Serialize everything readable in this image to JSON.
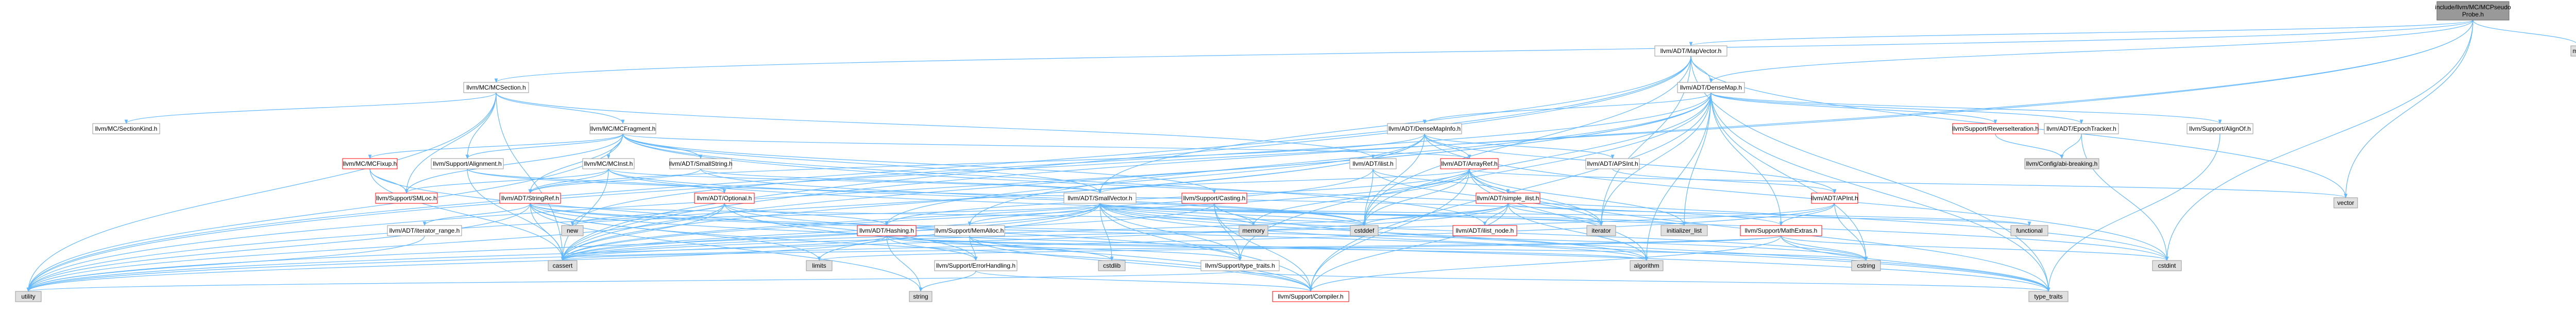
{
  "graph": {
    "colors": {
      "root_fill": "#999999",
      "system_fill": "#e0e0e0",
      "edge": "#63b8ff",
      "truncated_border": "#ff0000"
    },
    "nodes": [
      {
        "id": "root",
        "label": [
          "include/llvm/MC/MCPseudo",
          "Probe.h"
        ],
        "kind": "root"
      },
      {
        "id": "map",
        "label": [
          "map"
        ],
        "kind": "sys"
      },
      {
        "id": "vector",
        "label": [
          "vector"
        ],
        "kind": "sys"
      },
      {
        "id": "MapVector",
        "label": [
          "llvm/ADT/MapVector.h"
        ],
        "kind": "local"
      },
      {
        "id": "MCSection",
        "label": [
          "llvm/MC/MCSection.h"
        ],
        "kind": "local"
      },
      {
        "id": "DenseMap",
        "label": [
          "llvm/ADT/DenseMap.h"
        ],
        "kind": "local"
      },
      {
        "id": "SectionKind",
        "label": [
          "llvm/MC/SectionKind.h"
        ],
        "kind": "local"
      },
      {
        "id": "MCFragment",
        "label": [
          "llvm/MC/MCFragment.h"
        ],
        "kind": "local"
      },
      {
        "id": "DenseMapInfo",
        "label": [
          "llvm/ADT/DenseMapInfo.h"
        ],
        "kind": "local"
      },
      {
        "id": "ReverseIteration",
        "label": [
          "llvm/Support/ReverseIteration.h"
        ],
        "kind": "trunc"
      },
      {
        "id": "EpochTracker",
        "label": [
          "llvm/ADT/EpochTracker.h"
        ],
        "kind": "local"
      },
      {
        "id": "AlignOf",
        "label": [
          "llvm/Support/AlignOf.h"
        ],
        "kind": "local"
      },
      {
        "id": "ABIBreaking",
        "label": [
          "llvm/Config/abi-breaking.h"
        ],
        "kind": "sys"
      },
      {
        "id": "MCFixup",
        "label": [
          "llvm/MC/MCFixup.h"
        ],
        "kind": "trunc"
      },
      {
        "id": "Alignment",
        "label": [
          "llvm/Support/Alignment.h"
        ],
        "kind": "local"
      },
      {
        "id": "MCInst",
        "label": [
          "llvm/MC/MCInst.h"
        ],
        "kind": "local"
      },
      {
        "id": "SmallString",
        "label": [
          "llvm/ADT/SmallString.h"
        ],
        "kind": "local"
      },
      {
        "id": "ilist",
        "label": [
          "llvm/ADT/ilist.h"
        ],
        "kind": "local"
      },
      {
        "id": "ArrayRef",
        "label": [
          "llvm/ADT/ArrayRef.h"
        ],
        "kind": "trunc"
      },
      {
        "id": "APSInt",
        "label": [
          "llvm/ADT/APSInt.h"
        ],
        "kind": "local"
      },
      {
        "id": "SMLoc",
        "label": [
          "llvm/Support/SMLoc.h"
        ],
        "kind": "trunc"
      },
      {
        "id": "StringRef",
        "label": [
          "llvm/ADT/StringRef.h"
        ],
        "kind": "trunc"
      },
      {
        "id": "Optional",
        "label": [
          "llvm/ADT/Optional.h"
        ],
        "kind": "trunc"
      },
      {
        "id": "SmallVector",
        "label": [
          "llvm/ADT/SmallVector.h"
        ],
        "kind": "local"
      },
      {
        "id": "Casting",
        "label": [
          "llvm/Support/Casting.h"
        ],
        "kind": "trunc"
      },
      {
        "id": "simple_ilist",
        "label": [
          "llvm/ADT/simple_ilist.h"
        ],
        "kind": "trunc"
      },
      {
        "id": "APInt",
        "label": [
          "llvm/ADT/APInt.h"
        ],
        "kind": "trunc"
      },
      {
        "id": "iterator_range",
        "label": [
          "llvm/ADT/iterator_range.h"
        ],
        "kind": "local"
      },
      {
        "id": "new",
        "label": [
          "new"
        ],
        "kind": "sys"
      },
      {
        "id": "Hashing",
        "label": [
          "llvm/ADT/Hashing.h"
        ],
        "kind": "trunc"
      },
      {
        "id": "MemAlloc",
        "label": [
          "llvm/Support/MemAlloc.h"
        ],
        "kind": "local"
      },
      {
        "id": "memory",
        "label": [
          "memory"
        ],
        "kind": "sys"
      },
      {
        "id": "cstddef",
        "label": [
          "cstddef"
        ],
        "kind": "sys"
      },
      {
        "id": "ilist_node",
        "label": [
          "llvm/ADT/ilist_node.h"
        ],
        "kind": "trunc"
      },
      {
        "id": "iterator",
        "label": [
          "iterator"
        ],
        "kind": "sys"
      },
      {
        "id": "initializer_list",
        "label": [
          "initializer_list"
        ],
        "kind": "sys"
      },
      {
        "id": "MathExtras",
        "label": [
          "llvm/Support/MathExtras.h"
        ],
        "kind": "trunc"
      },
      {
        "id": "functional",
        "label": [
          "functional"
        ],
        "kind": "sys"
      },
      {
        "id": "cassert",
        "label": [
          "cassert"
        ],
        "kind": "sys"
      },
      {
        "id": "limits",
        "label": [
          "limits"
        ],
        "kind": "sys"
      },
      {
        "id": "ErrorHandling",
        "label": [
          "llvm/Support/ErrorHandling.h"
        ],
        "kind": "local"
      },
      {
        "id": "cstdlib",
        "label": [
          "cstdlib"
        ],
        "kind": "sys"
      },
      {
        "id": "type_traits_h",
        "label": [
          "llvm/Support/type_traits.h"
        ],
        "kind": "local"
      },
      {
        "id": "algorithm",
        "label": [
          "algorithm"
        ],
        "kind": "sys"
      },
      {
        "id": "cstring",
        "label": [
          "cstring"
        ],
        "kind": "sys"
      },
      {
        "id": "cstdint",
        "label": [
          "cstdint"
        ],
        "kind": "sys"
      },
      {
        "id": "utility",
        "label": [
          "utility"
        ],
        "kind": "sys"
      },
      {
        "id": "string",
        "label": [
          "string"
        ],
        "kind": "sys"
      },
      {
        "id": "Compiler",
        "label": [
          "llvm/Support/Compiler.h"
        ],
        "kind": "trunc"
      },
      {
        "id": "type_traits",
        "label": [
          "type_traits"
        ],
        "kind": "sys"
      }
    ],
    "edges": [
      [
        "root",
        "map"
      ],
      [
        "root",
        "vector"
      ],
      [
        "root",
        "MapVector"
      ],
      [
        "root",
        "MCSection"
      ],
      [
        "root",
        "cstdint"
      ],
      [
        "root",
        "cassert"
      ],
      [
        "root",
        "DenseMap"
      ],
      [
        "root",
        "utility"
      ],
      [
        "MapVector",
        "DenseMap"
      ],
      [
        "MapVector",
        "SmallVector"
      ],
      [
        "MapVector",
        "cassert"
      ],
      [
        "MapVector",
        "cstddef"
      ],
      [
        "MapVector",
        "iterator"
      ],
      [
        "MapVector",
        "type_traits"
      ],
      [
        "MapVector",
        "utility"
      ],
      [
        "MapVector",
        "vector"
      ],
      [
        "MCSection",
        "SectionKind"
      ],
      [
        "MCSection",
        "MCFragment"
      ],
      [
        "MCSection",
        "Alignment"
      ],
      [
        "MCSection",
        "SMLoc"
      ],
      [
        "MCSection",
        "ilist"
      ],
      [
        "MCSection",
        "cassert"
      ],
      [
        "MCSection",
        "utility"
      ],
      [
        "DenseMap",
        "DenseMapInfo"
      ],
      [
        "DenseMap",
        "EpochTracker"
      ],
      [
        "DenseMap",
        "AlignOf"
      ],
      [
        "DenseMap",
        "Compiler"
      ],
      [
        "DenseMap",
        "MathExtras"
      ],
      [
        "DenseMap",
        "MemAlloc"
      ],
      [
        "DenseMap",
        "ReverseIteration"
      ],
      [
        "DenseMap",
        "type_traits_h"
      ],
      [
        "DenseMap",
        "algorithm"
      ],
      [
        "DenseMap",
        "cassert"
      ],
      [
        "DenseMap",
        "cstddef"
      ],
      [
        "DenseMap",
        "cstring"
      ],
      [
        "DenseMap",
        "initializer_list"
      ],
      [
        "DenseMap",
        "iterator"
      ],
      [
        "DenseMap",
        "new"
      ],
      [
        "DenseMap",
        "type_traits"
      ],
      [
        "DenseMap",
        "utility"
      ],
      [
        "MCFragment",
        "ArrayRef"
      ],
      [
        "MCFragment",
        "SmallString"
      ],
      [
        "MCFragment",
        "SmallVector"
      ],
      [
        "MCFragment",
        "StringRef"
      ],
      [
        "MCFragment",
        "ilist_node"
      ],
      [
        "MCFragment",
        "MCFixup"
      ],
      [
        "MCFragment",
        "MCInst"
      ],
      [
        "MCFragment",
        "Alignment"
      ],
      [
        "MCFragment",
        "Casting"
      ],
      [
        "MCFragment",
        "SMLoc"
      ],
      [
        "MCFragment",
        "cstdint"
      ],
      [
        "MCFragment",
        "utility"
      ],
      [
        "DenseMapInfo",
        "APInt"
      ],
      [
        "DenseMapInfo",
        "APSInt"
      ],
      [
        "DenseMapInfo",
        "ArrayRef"
      ],
      [
        "DenseMapInfo",
        "Hashing"
      ],
      [
        "DenseMapInfo",
        "StringRef"
      ],
      [
        "DenseMapInfo",
        "cassert"
      ],
      [
        "DenseMapInfo",
        "cstddef"
      ],
      [
        "DenseMapInfo",
        "cstdint"
      ],
      [
        "DenseMapInfo",
        "utility"
      ],
      [
        "EpochTracker",
        "ABIBreaking"
      ],
      [
        "EpochTracker",
        "cstdint"
      ],
      [
        "ReverseIteration",
        "ABIBreaking"
      ],
      [
        "AlignOf",
        "type_traits"
      ],
      [
        "MCFixup",
        "SMLoc"
      ],
      [
        "MCFixup",
        "ErrorHandling"
      ],
      [
        "MCFixup",
        "cassert"
      ],
      [
        "Alignment",
        "MathExtras"
      ],
      [
        "Alignment",
        "cassert"
      ],
      [
        "Alignment",
        "Optional"
      ],
      [
        "MCInst",
        "SmallVector"
      ],
      [
        "MCInst",
        "StringRef"
      ],
      [
        "MCInst",
        "SMLoc"
      ],
      [
        "MCInst",
        "bitcast"
      ],
      [
        "MCInst",
        "cassert"
      ],
      [
        "MCInst",
        "cstddef"
      ],
      [
        "MCInst",
        "cstdint"
      ],
      [
        "SmallString",
        "SmallVector"
      ],
      [
        "SmallString",
        "StringRef"
      ],
      [
        "SmallString",
        "cstddef"
      ],
      [
        "ilist",
        "simple_ilist"
      ],
      [
        "ilist",
        "cassert"
      ],
      [
        "ilist",
        "cstddef"
      ],
      [
        "ilist",
        "iterator"
      ],
      [
        "ArrayRef",
        "Hashing"
      ],
      [
        "ArrayRef",
        "SmallVector"
      ],
      [
        "ArrayRef",
        "STLExtras"
      ],
      [
        "ArrayRef",
        "Compiler"
      ],
      [
        "ArrayRef",
        "algorithm"
      ],
      [
        "ArrayRef",
        "array"
      ],
      [
        "ArrayRef",
        "cassert"
      ],
      [
        "ArrayRef",
        "cstddef"
      ],
      [
        "ArrayRef",
        "initializer_list"
      ],
      [
        "ArrayRef",
        "iterator"
      ],
      [
        "ArrayRef",
        "memory"
      ],
      [
        "ArrayRef",
        "type_traits"
      ],
      [
        "ArrayRef",
        "vector"
      ],
      [
        "APSInt",
        "APInt"
      ],
      [
        "StringRef",
        "iterator_range"
      ],
      [
        "StringRef",
        "Compiler"
      ],
      [
        "StringRef",
        "algorithm"
      ],
      [
        "StringRef",
        "cassert"
      ],
      [
        "StringRef",
        "cstddef"
      ],
      [
        "StringRef",
        "cstring"
      ],
      [
        "StringRef",
        "limits"
      ],
      [
        "StringRef",
        "string"
      ],
      [
        "StringRef",
        "type_traits"
      ],
      [
        "StringRef",
        "utility"
      ],
      [
        "Optional",
        "Hashing"
      ],
      [
        "Optional",
        "None"
      ],
      [
        "Optional",
        "Compiler"
      ],
      [
        "Optional",
        "type_traits_h"
      ],
      [
        "Optional",
        "cassert"
      ],
      [
        "Optional",
        "new"
      ],
      [
        "Optional",
        "utility"
      ],
      [
        "SmallVector",
        "Compiler"
      ],
      [
        "SmallVector",
        "type_traits_h"
      ],
      [
        "SmallVector",
        "algorithm"
      ],
      [
        "SmallVector",
        "cassert"
      ],
      [
        "SmallVector",
        "cstddef"
      ],
      [
        "SmallVector",
        "cstdlib"
      ],
      [
        "SmallVector",
        "cstring"
      ],
      [
        "SmallVector",
        "functional"
      ],
      [
        "SmallVector",
        "initializer_list"
      ],
      [
        "SmallVector",
        "iterator"
      ],
      [
        "SmallVector",
        "limits"
      ],
      [
        "SmallVector",
        "memory"
      ],
      [
        "SmallVector",
        "new"
      ],
      [
        "SmallVector",
        "type_traits"
      ],
      [
        "SmallVector",
        "utility"
      ],
      [
        "SmallVector",
        "MemAlloc"
      ],
      [
        "Casting",
        "Compiler"
      ],
      [
        "Casting",
        "type_traits_h"
      ],
      [
        "Casting",
        "cassert"
      ],
      [
        "Casting",
        "memory"
      ],
      [
        "Casting",
        "type_traits"
      ],
      [
        "simple_ilist",
        "ilist_node"
      ],
      [
        "simple_ilist",
        "Compiler"
      ],
      [
        "simple_ilist",
        "algorithm"
      ],
      [
        "simple_ilist",
        "cassert"
      ],
      [
        "simple_ilist",
        "cstddef"
      ],
      [
        "simple_ilist",
        "functional"
      ],
      [
        "simple_ilist",
        "iterator"
      ],
      [
        "simple_ilist",
        "utility"
      ],
      [
        "APInt",
        "MathExtras"
      ],
      [
        "APInt",
        "cassert"
      ],
      [
        "APInt",
        "climits"
      ],
      [
        "APInt",
        "cstring"
      ],
      [
        "APInt",
        "utility"
      ],
      [
        "iterator_range",
        "utility"
      ],
      [
        "Hashing",
        "ErrorHandling"
      ],
      [
        "Hashing",
        "type_traits_h"
      ],
      [
        "Hashing",
        "algorithm"
      ],
      [
        "Hashing",
        "cassert"
      ],
      [
        "Hashing",
        "cstring"
      ],
      [
        "Hashing",
        "string"
      ],
      [
        "Hashing",
        "tuple"
      ],
      [
        "Hashing",
        "utility"
      ],
      [
        "MemAlloc",
        "Compiler"
      ],
      [
        "MemAlloc",
        "ErrorHandling"
      ],
      [
        "MemAlloc",
        "cstdlib"
      ],
      [
        "MathExtras",
        "Compiler"
      ],
      [
        "MathExtras",
        "cassert"
      ],
      [
        "MathExtras",
        "climits"
      ],
      [
        "MathExtras",
        "cmath"
      ],
      [
        "MathExtras",
        "cstdint"
      ],
      [
        "MathExtras",
        "cstring"
      ],
      [
        "MathExtras",
        "limits"
      ],
      [
        "MathExtras",
        "type_traits"
      ],
      [
        "ErrorHandling",
        "Compiler"
      ],
      [
        "ErrorHandling",
        "string"
      ],
      [
        "type_traits_h",
        "type_traits"
      ],
      [
        "type_traits_h",
        "utility"
      ]
    ]
  }
}
